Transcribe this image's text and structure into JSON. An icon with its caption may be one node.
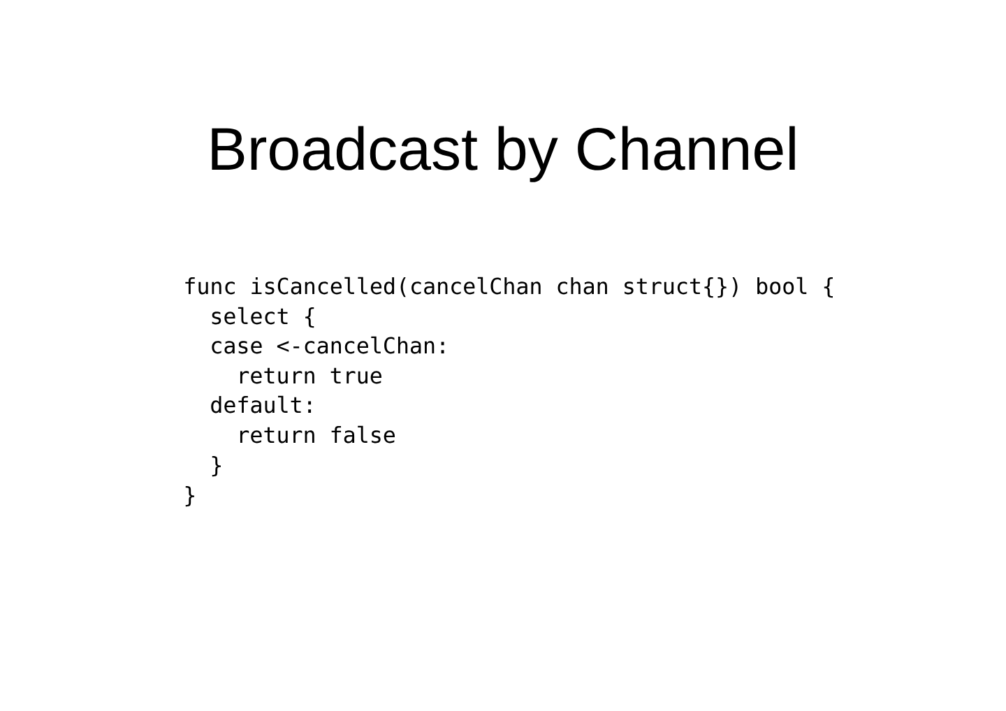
{
  "diagram": {
    "title": "Broadcast by Channel",
    "labels": [
      "func isCancelled(cancelChan chan struct{}) bool {",
      "select {",
      "case <-cancelChan:",
      "return true",
      "default:",
      "return false",
      "}",
      "}"
    ]
  }
}
